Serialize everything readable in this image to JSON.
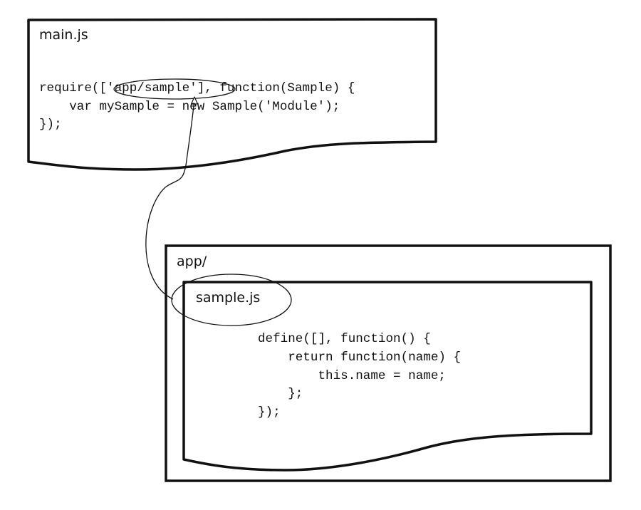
{
  "main_doc": {
    "filename": "main.js",
    "code": {
      "line1_prefix": "require(",
      "line1_bracket_open": "[",
      "line1_module": "'app/sample'",
      "line1_bracket_close": "]",
      "line1_suffix": ", function(Sample) {",
      "line2": "    var mySample = new Sample('Module');",
      "line3": "});"
    }
  },
  "app_folder": {
    "label": "app/"
  },
  "sample_doc": {
    "filename": "sample.js",
    "code": [
      "define([], function() {",
      "    return function(name) {",
      "        this.name = name;",
      "    };",
      "});"
    ]
  },
  "colors": {
    "stroke": "#111111",
    "background": "#ffffff"
  }
}
